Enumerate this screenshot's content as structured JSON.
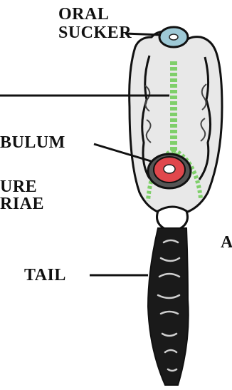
{
  "labels": {
    "oral_sucker": [
      "ORAL",
      "SUCKER"
    ],
    "acetabulum_fragment": "BULUM",
    "lower_left_fragment": [
      "URE",
      "RIAE"
    ],
    "tail": "TAIL",
    "right_fragment": "A"
  },
  "colors": {
    "outline": "#111111",
    "body_fill": "#e8e8e8",
    "oral_sucker": "#9ec9d6",
    "gut": "#7fcf6a",
    "acetabulum": "#e0474c",
    "tail_fill": "#1a1a1a"
  }
}
